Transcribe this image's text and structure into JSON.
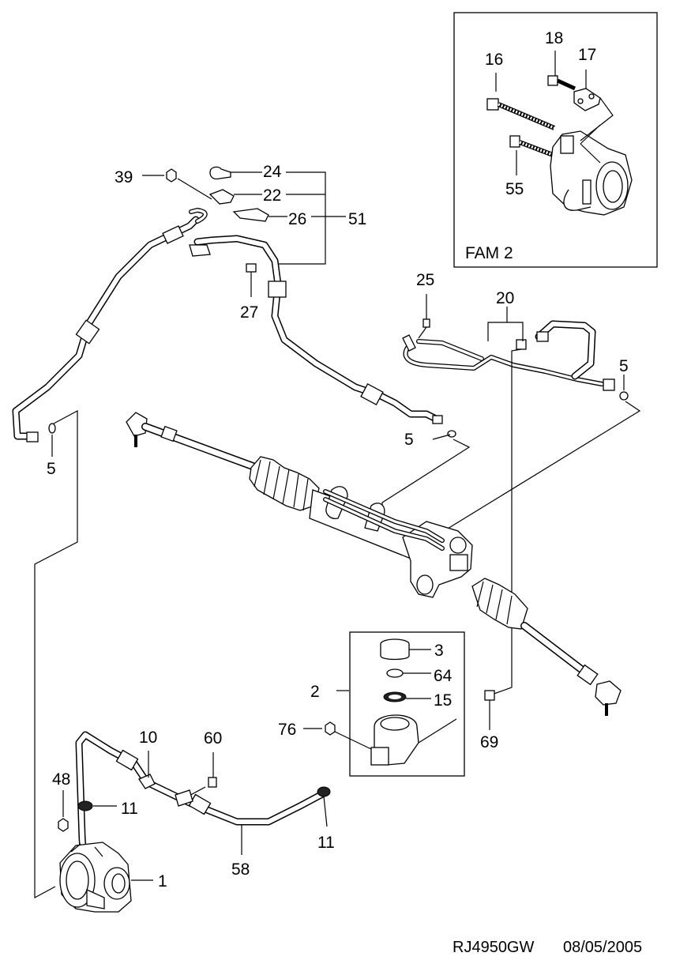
{
  "labels": {
    "c1": "1",
    "c2": "2",
    "c3": "3",
    "c5a": "5",
    "c5b": "5",
    "c5c": "5",
    "c10": "10",
    "c11a": "11",
    "c11b": "11",
    "c15": "15",
    "c16": "16",
    "c17": "17",
    "c18": "18",
    "c20": "20",
    "c22": "22",
    "c24": "24",
    "c25": "25",
    "c26": "26",
    "c27": "27",
    "c39": "39",
    "c48": "48",
    "c51": "51",
    "c55": "55",
    "c58": "58",
    "c60": "60",
    "c64": "64",
    "c69": "69",
    "c76": "76"
  },
  "inset": {
    "title": "FAM 2"
  },
  "footer": {
    "code": "RJ4950GW",
    "date": "08/05/2005"
  }
}
